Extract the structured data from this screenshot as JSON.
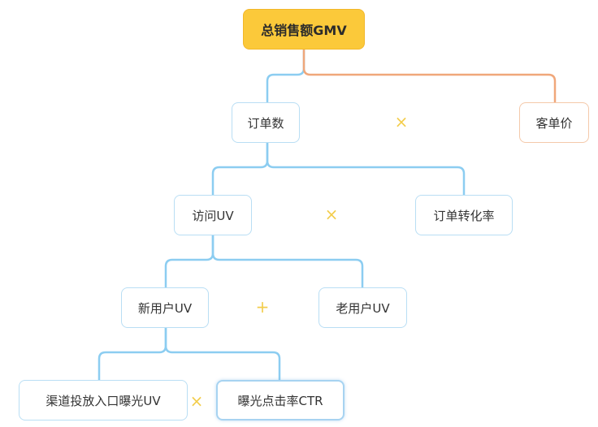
{
  "diagram": {
    "nodes": {
      "gmv": "总销售额GMV",
      "orders": "订单数",
      "aov": "客单价",
      "visits": "访问UV",
      "conversion": "订单转化率",
      "new_users": "新用户UV",
      "old_users": "老用户UV",
      "exposure": "渠道投放入口曝光UV",
      "ctr": "曝光点击率CTR"
    },
    "operators": {
      "orders_x_aov": "×",
      "visits_x_conversion": "×",
      "new_plus_old": "+",
      "exposure_x_ctr": "×"
    }
  },
  "colors": {
    "root_fill": "#fbc93a",
    "blue_line": "#8ccdf1",
    "orange_line": "#f0a77a",
    "operator": "#f3cd4d"
  }
}
